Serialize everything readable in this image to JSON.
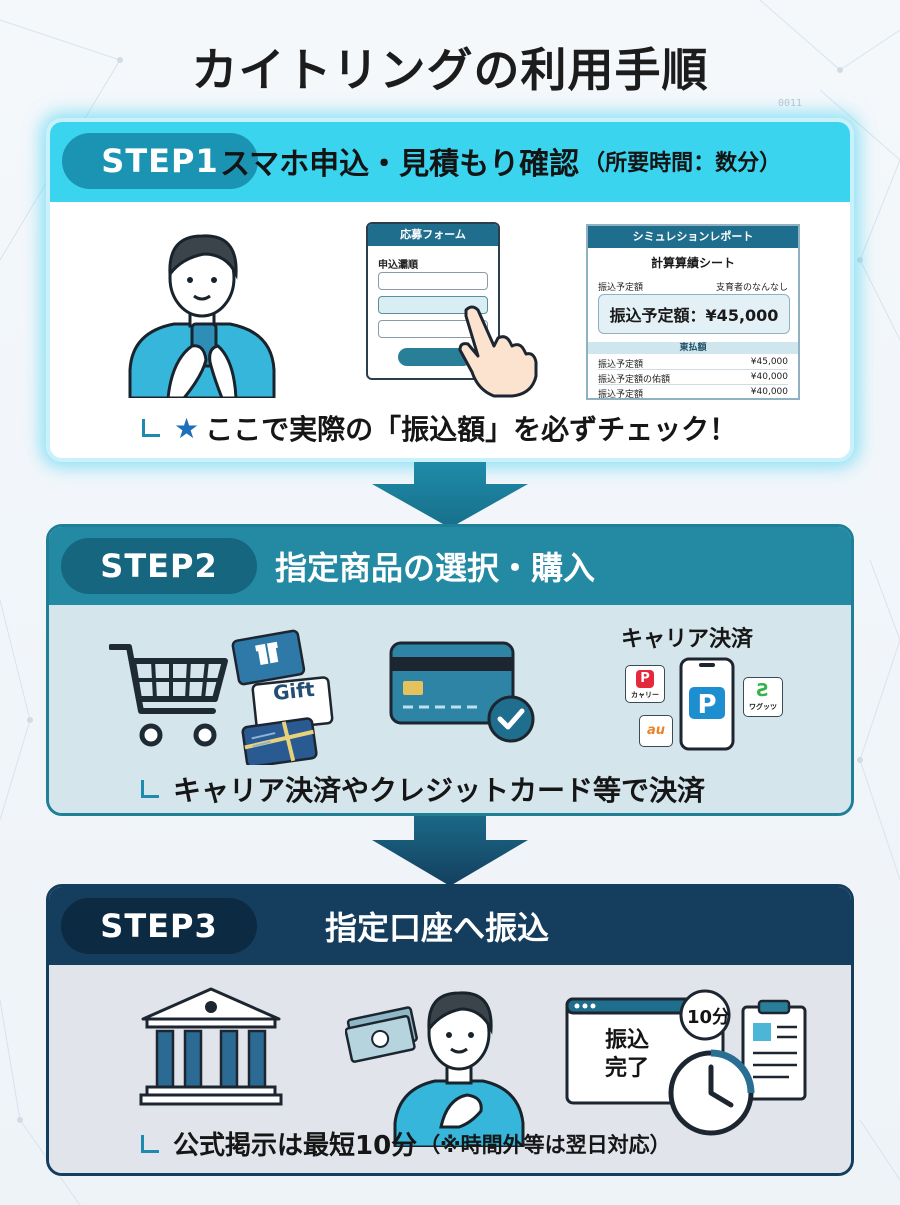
{
  "title": "カイトリングの利用手順",
  "decor_code": "0011",
  "colors": {
    "step1": "#3ad4ef",
    "step2": "#248aa3",
    "step3": "#153d5d",
    "accent": "#1d8bb0"
  },
  "steps": [
    {
      "label": "STEP1",
      "title": "スマホ申込・見積もり確認",
      "title_note": "（所要時間：数分）",
      "note_prefix": "★",
      "note": "ここで実際の「振込額」を必ずチェック！",
      "form": {
        "header": "応募フォーム",
        "label": "申込灞順"
      },
      "report": {
        "header": "シミュレションレポート",
        "subtitle": "計算算績シート",
        "row_left": "振込予定額",
        "row_right": "支育者のなんなし",
        "highlight": "振込予定額：¥45,000",
        "band": "東払額",
        "rows": [
          {
            "label": "振込予定額",
            "value": "¥45,000"
          },
          {
            "label": "振込予定額の佑額",
            "value": "¥40,000"
          },
          {
            "label": "振込予定額",
            "value": "¥40,000"
          }
        ]
      },
      "icons": [
        "person-phone-icon",
        "form-icon",
        "pointing-hand-icon",
        "report-icon"
      ]
    },
    {
      "label": "STEP2",
      "title": "指定商品の選択・購入",
      "note": "キャリア決済やクレジットカード等で決済",
      "gift_label": "Gift",
      "carrier_title": "キャリア決済",
      "badges": {
        "red": "カャリー",
        "au": "au",
        "green": "ワグッツ"
      },
      "icons": [
        "cart-icon",
        "gift-card-icon",
        "credit-card-icon",
        "check-icon",
        "smartphone-icon"
      ]
    },
    {
      "label": "STEP3",
      "title": "指定口座へ振込",
      "note": "公式掲示は最短10分",
      "note_small": "（※時間外等は翌日対応）",
      "complete_line1": "振込",
      "complete_line2": "完了",
      "clock_label": "10分",
      "icons": [
        "bank-icon",
        "cash-icon",
        "person-icon",
        "window-icon",
        "clock-icon",
        "clipboard-icon"
      ]
    }
  ]
}
